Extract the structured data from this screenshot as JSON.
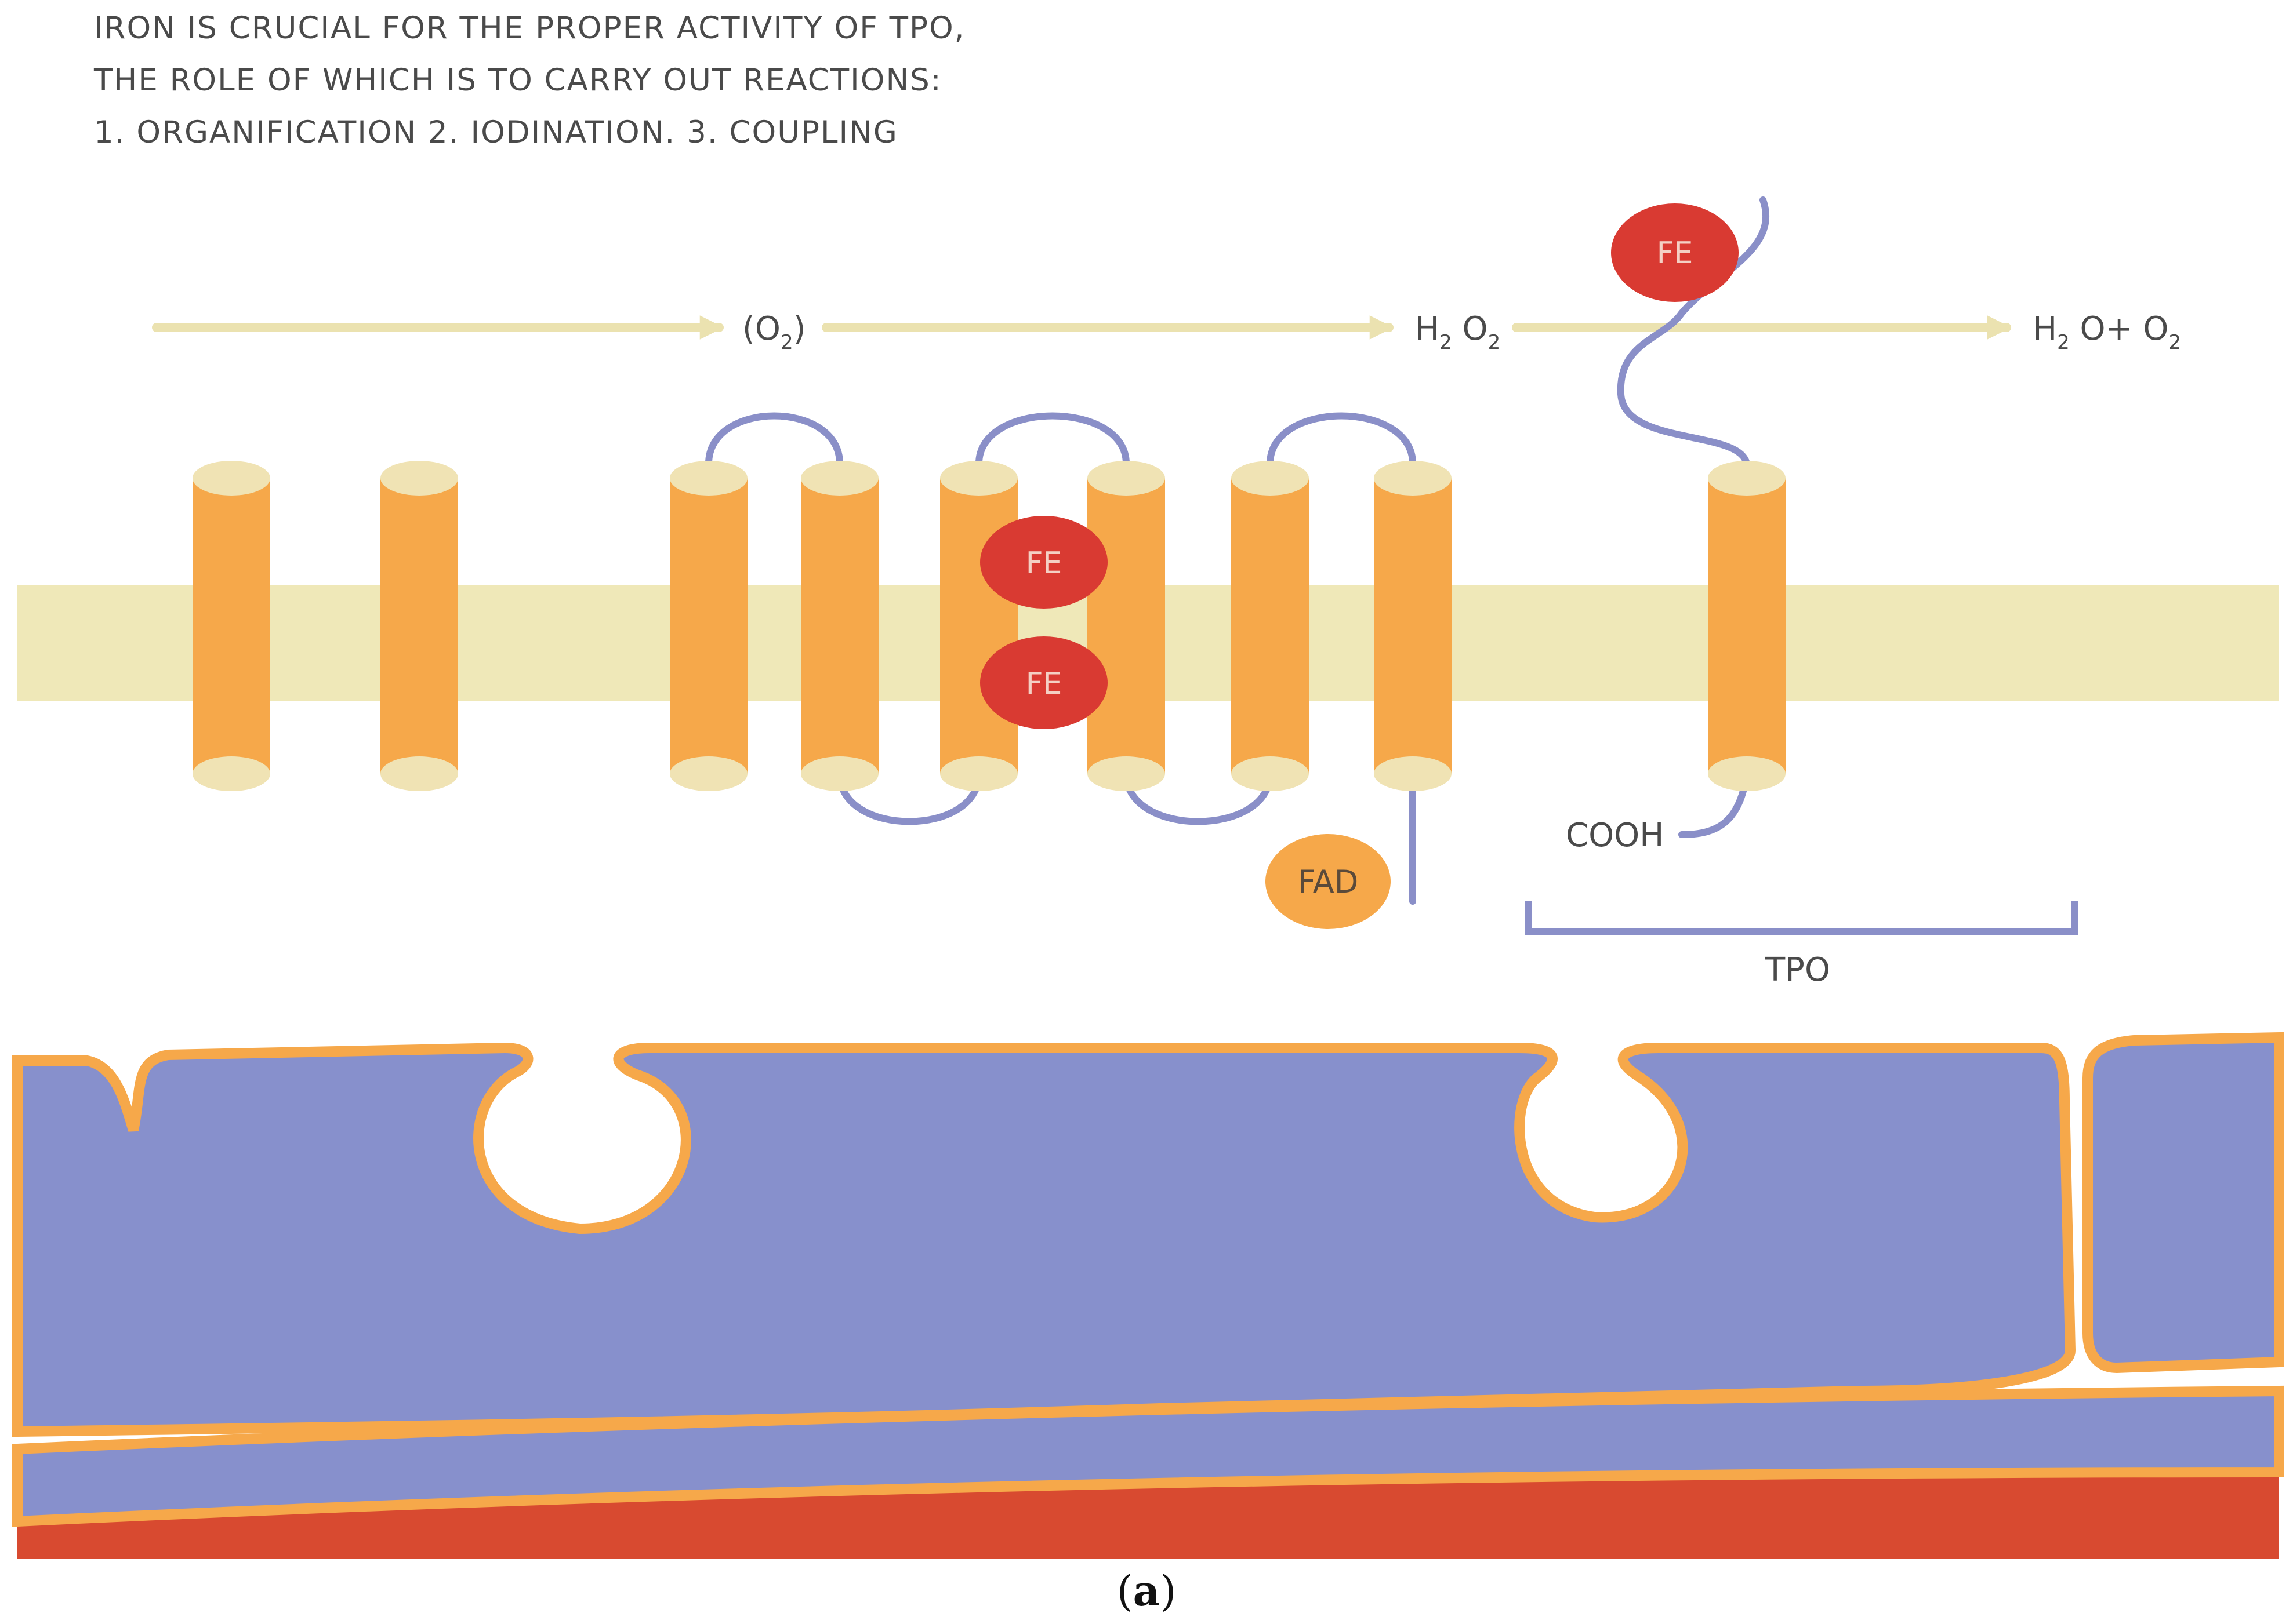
{
  "caption": {
    "lines": [
      "IRON IS CRUCIAL FOR THE PROPER ACTIVITY OF TPO,",
      "THE ROLE OF WHICH IS TO CARRY OUT REACTIONS:",
      "1.  ORGANIFICATION 2. IODINATION. 3. COUPLING"
    ]
  },
  "reaction": {
    "o2": {
      "open": "(O",
      "sub": "2",
      "close": ")"
    },
    "h2o2": {
      "h": "H",
      "h_sub": "2",
      "o": " O",
      "o_sub": "2"
    },
    "products": {
      "h": "H",
      "h_sub": "2",
      "mid": " O+ O",
      "o_sub": "2"
    }
  },
  "labels": {
    "fe": "FE",
    "fad": "FAD",
    "cooh": "COOH",
    "tpo": "TPO"
  },
  "panel_label": {
    "open": "(",
    "letter": "a",
    "close": ")"
  },
  "colors": {
    "membrane": "#efe8b8",
    "helix": "#f6a84a",
    "helix_cap": "#f0e3b4",
    "loop": "#8a8fc8",
    "iron": "#d93a32",
    "fad": "#f6a84a",
    "arrow": "#ebe2b0",
    "cell": "#8790cc",
    "cell_border": "#f6a84a",
    "blood": "#d84a30"
  }
}
